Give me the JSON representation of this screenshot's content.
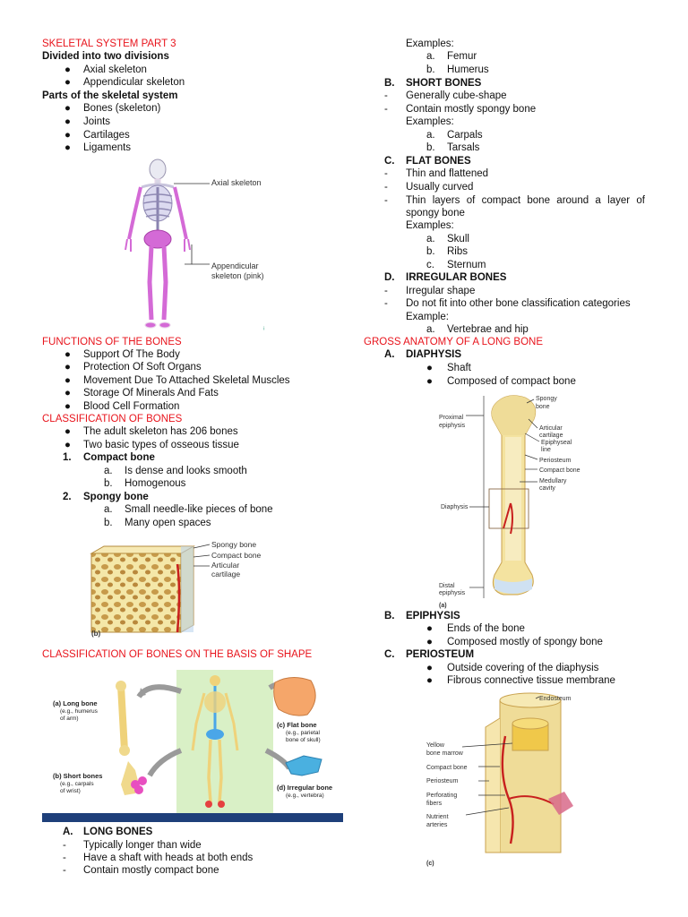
{
  "left": {
    "title": "SKELETAL SYSTEM PART 3",
    "divided_heading": "Divided into two divisions",
    "divisions": [
      "Axial skeleton",
      "Appendicular skeleton"
    ],
    "parts_heading": "Parts of the skeletal system",
    "parts": [
      "Bones (skeleton)",
      "Joints",
      "Cartilages",
      "Ligaments"
    ],
    "fig1_labels": {
      "axial": "Axial skeleton",
      "appendicular_1": "Appendicular",
      "appendicular_2": "skeleton (pink)"
    },
    "functions_heading": "FUNCTIONS OF THE BONES",
    "functions": [
      "Support Of The Body",
      "Protection Of Soft Organs",
      "Movement Due To Attached Skeletal Muscles",
      "Storage Of Minerals And Fats",
      "Blood Cell Formation"
    ],
    "classification_heading": "CLASSIFICATION OF BONES",
    "classification_bullets": [
      "The adult skeleton has 206 bones",
      "Two basic types of osseous tissue"
    ],
    "compact": {
      "num": "1.",
      "title": "Compact bone",
      "items": [
        {
          "letter": "a.",
          "text": "Is dense and looks smooth"
        },
        {
          "letter": "b.",
          "text": "Homogenous"
        }
      ]
    },
    "spongy": {
      "num": "2.",
      "title": "Spongy bone",
      "items": [
        {
          "letter": "a.",
          "text": "Small needle-like pieces of bone"
        },
        {
          "letter": "b.",
          "text": "Many open spaces"
        }
      ]
    },
    "fig2_labels": {
      "spongy": "Spongy bone",
      "compact": "Compact bone",
      "articular_1": "Articular",
      "articular_2": "cartilage",
      "panel": "(b)"
    },
    "shape_heading": "CLASSIFICATION OF BONES ON THE BASIS OF SHAPE",
    "fig3_labels": {
      "long_1": "(a) Long bone",
      "long_2": "(e.g., humerus",
      "long_3": "of arm)",
      "short_1": "(b) Short bones",
      "short_2": "(e.g., carpals",
      "short_3": "of wrist)",
      "flat_1": "(c) Flat bone",
      "flat_2": "(e.g., parietal",
      "flat_3": "bone of skull)",
      "irr_1": "(d) Irregular bone",
      "irr_2": "(e.g., vertebra)"
    },
    "long_bones": {
      "letter": "A.",
      "title": "LONG BONES",
      "items": [
        "Typically longer than wide",
        "Have a shaft with heads at both ends",
        "Contain mostly compact bone"
      ]
    }
  },
  "right": {
    "long_examples_label": "Examples:",
    "long_examples": [
      {
        "letter": "a.",
        "text": "Femur"
      },
      {
        "letter": "b.",
        "text": "Humerus"
      }
    ],
    "short": {
      "letter": "B.",
      "title": "SHORT BONES",
      "items": [
        "Generally cube-shape",
        "Contain mostly spongy bone"
      ],
      "examples_label": "Examples:",
      "examples": [
        {
          "letter": "a.",
          "text": "Carpals"
        },
        {
          "letter": "b.",
          "text": "Tarsals"
        }
      ]
    },
    "flat": {
      "letter": "C.",
      "title": "FLAT BONES",
      "items": [
        "Thin and flattened",
        "Usually curved",
        "Thin layers of compact bone around a layer of",
        "spongy bone"
      ],
      "examples_label": "Examples:",
      "examples": [
        {
          "letter": "a.",
          "text": "Skull"
        },
        {
          "letter": "b.",
          "text": "Ribs"
        },
        {
          "letter": "c.",
          "text": "Sternum"
        }
      ]
    },
    "irregular": {
      "letter": "D.",
      "title": "IRREGULAR BONES",
      "items": [
        "Irregular shape",
        "Do not fit into other bone classification categories"
      ],
      "example_label": "Example:",
      "examples": [
        {
          "letter": "a.",
          "text": "Vertebrae and hip"
        }
      ]
    },
    "gross_heading": "GROSS ANATOMY OF A LONG BONE",
    "diaphysis": {
      "letter": "A.",
      "title": "DIAPHYSIS",
      "items": [
        "Shaft",
        "Composed of compact bone"
      ]
    },
    "fig4_labels": {
      "spongy_1": "Spongy",
      "spongy_2": "bone",
      "articular_1": "Articular",
      "articular_2": "cartilage",
      "epiline_1": "Epiphyseal",
      "epiline_2": "line",
      "periosteum": "Periosteum",
      "compact": "Compact bone",
      "medullary_1": "Medullary",
      "medullary_2": "cavity",
      "proximal_1": "Proximal",
      "proximal_2": "epiphysis",
      "diaphysis": "Diaphysis",
      "distal_1": "Distal",
      "distal_2": "epiphysis",
      "panel": "(a)"
    },
    "epiphysis": {
      "letter": "B.",
      "title": "EPIPHYSIS",
      "items": [
        "Ends of the bone",
        "Composed mostly of spongy bone"
      ]
    },
    "periosteum": {
      "letter": "C.",
      "title": "PERIOSTEUM",
      "items": [
        "Outside covering of the diaphysis",
        "Fibrous connective tissue membrane"
      ]
    },
    "fig5_labels": {
      "endosteum": "Endosteum",
      "yellow_1": "Yellow",
      "yellow_2": "bone marrow",
      "compact": "Compact bone",
      "periosteum": "Periosteum",
      "perforating_1": "Perforating",
      "perforating_2": "fibers",
      "nutrient_1": "Nutrient",
      "nutrient_2": "arteries",
      "panel": "(c)"
    }
  },
  "colors": {
    "heading_red": "#e8141c",
    "bone": "#f2dc8c",
    "artery": "#c8201e",
    "skeleton_pink": "#d46ad6",
    "skeleton_blue": "#4aa6e8"
  }
}
